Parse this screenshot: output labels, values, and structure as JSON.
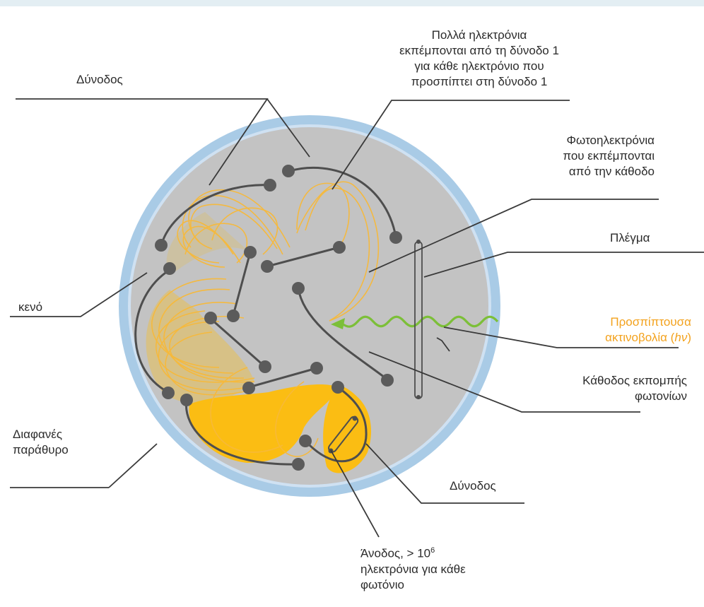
{
  "colors": {
    "window_blue": "#a9cbe6",
    "window_light": "#c9def0",
    "vacuum_gray": "#c3c3c3",
    "dynode_dark": "#4e4e4e",
    "electron_orange": "#fbbd13",
    "photon_green": "#7cbf38",
    "label_orange": "#f3a21d"
  },
  "labels": {
    "dynode_top": "Δύνοδος",
    "many_electrons": [
      "Πολλά ηλεκτρόνια",
      "εκπέμπονται από τη δύνοδο 1",
      "για κάθε ηλεκτρόνιο που",
      "προσπίπτει στη δύνοδο 1"
    ],
    "photoelectrons": [
      "Φωτοηλεκτρόνια",
      "που εκπέμπονται",
      "από την κάθοδο"
    ],
    "grid": "Πλέγμα",
    "vacuum": "κενό",
    "incident_radiation": [
      "Προσπίπτουσα",
      "ακτινοβολία ("
    ],
    "incident_symbol": "hν",
    "incident_close": ")",
    "cathode": [
      "Κάθοδος εκπομπής",
      "φωτονίων"
    ],
    "window": [
      "Διαφανές",
      "παράθυρο"
    ],
    "dynode_bottom": "Δύνοδος",
    "anode_line1": "Άνοδος, > 10",
    "anode_sup": "6",
    "anode_lines": [
      "ηλεκτρόνια για κάθε",
      "φωτόνιο"
    ]
  },
  "icons": {
    "dynode": "dynode-icon",
    "anode": "anode-icon",
    "grid": "grid-icon",
    "photon": "photon-wave-icon"
  }
}
